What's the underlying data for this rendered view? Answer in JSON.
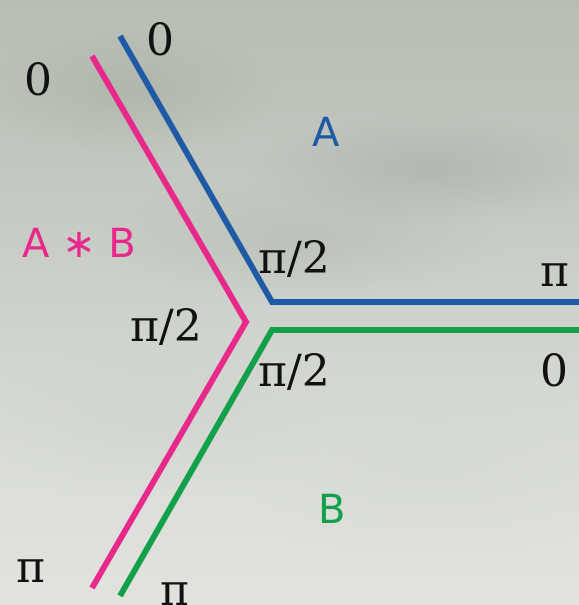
{
  "lines": [
    {
      "name": "A",
      "color": "#1f5aa6"
    },
    {
      "name": "A * B",
      "color": "#e8288b"
    },
    {
      "name": "B",
      "color": "#12a04a"
    }
  ],
  "labels": {
    "blue_top": "0",
    "pink_top": "0",
    "a": "A",
    "ab": "A ∗ B",
    "blue_corner": "π/2",
    "pink_corner": "π/2",
    "green_corner": "π/2",
    "blue_right": "π",
    "green_right": "0",
    "pink_bottom": "π",
    "green_bottom": "π",
    "b": "B"
  }
}
